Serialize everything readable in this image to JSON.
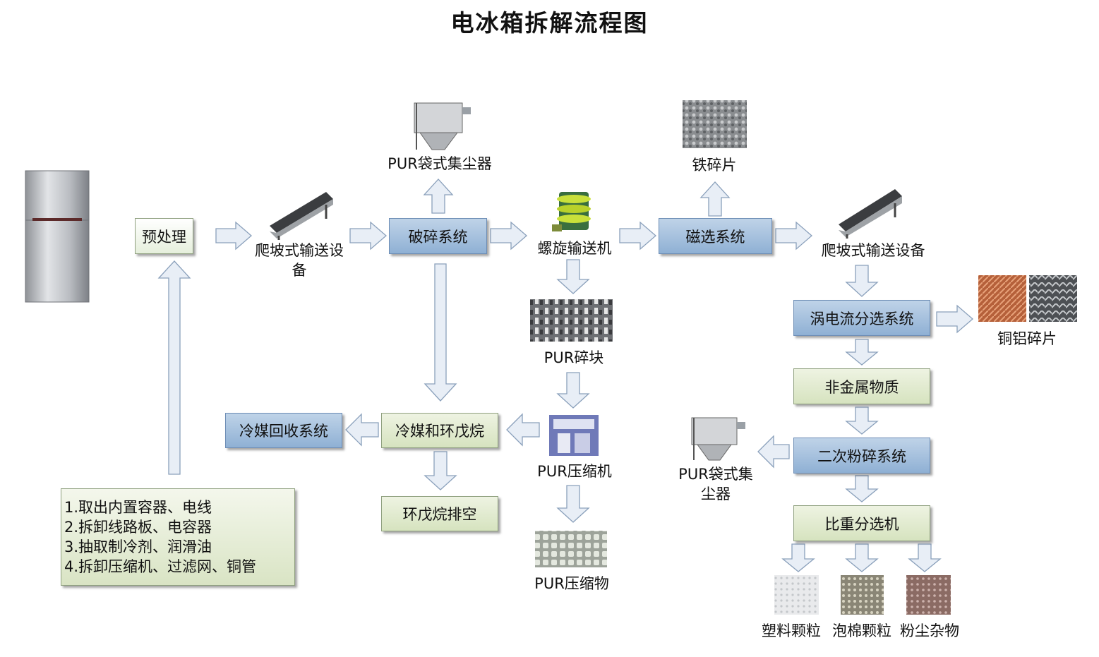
{
  "title": "电冰箱拆解流程图",
  "nodes": {
    "pretreat": "预处理",
    "conveyor1": "爬坡式输送设备",
    "crusher": "破碎系统",
    "dust1": "PUR袋式集尘器",
    "screw": "螺旋输送机",
    "magnetic": "磁选系统",
    "iron": "铁碎片",
    "conveyor2": "爬坡式输送设备",
    "eddy": "涡电流分选系统",
    "cual": "铜铝碎片",
    "nonmetal": "非金属物质",
    "secondary": "二次粉碎系统",
    "dust2": "PUR袋式集尘器",
    "gravity": "比重分选机",
    "plastic": "塑料颗粒",
    "foam": "泡棉颗粒",
    "dust_debris": "粉尘杂物",
    "pur_block": "PUR碎块",
    "pur_press": "PUR压缩机",
    "pur_comp": "PUR压缩物",
    "refrig_cp": "冷媒和环戊烷",
    "refrig_rec": "冷媒回收系统",
    "cp_vent": "环戊烷排空"
  },
  "steps": [
    "1.取出内置容器、电线",
    "2.拆卸线路板、电容器",
    "3.抽取制冷剂、润滑油",
    "4.拆卸压缩机、过滤网、铜管"
  ],
  "colors": {
    "process_box": "#9bb7d9",
    "material_box": "#dde7cb",
    "arrow_fill": "#e8eef6",
    "arrow_stroke": "#8aa0bb"
  }
}
